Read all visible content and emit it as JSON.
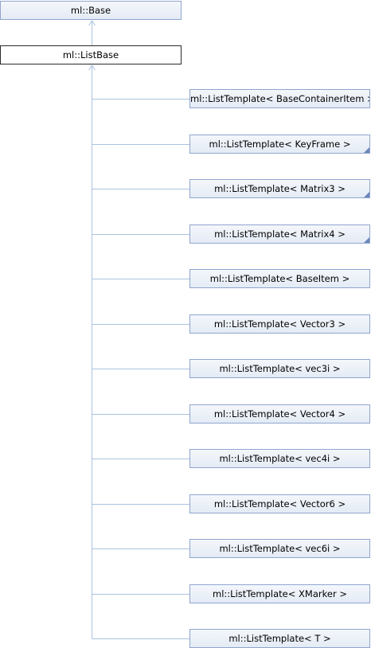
{
  "colors": {
    "edge": "#a9c3df",
    "node_border": "#8fa5cf",
    "current_border": "#2b2b2b",
    "corner_marker": "#6b86b8"
  },
  "base_class": {
    "label": "ml::Base"
  },
  "current_class": {
    "label": "ml::ListBase"
  },
  "derived_classes": [
    {
      "label": "ml::ListTemplate< BaseContainerItem >",
      "has_more": false
    },
    {
      "label": "ml::ListTemplate< KeyFrame >",
      "has_more": true
    },
    {
      "label": "ml::ListTemplate< Matrix3 >",
      "has_more": true
    },
    {
      "label": "ml::ListTemplate< Matrix4 >",
      "has_more": true
    },
    {
      "label": "ml::ListTemplate< BaseItem >",
      "has_more": false
    },
    {
      "label": "ml::ListTemplate< Vector3 >",
      "has_more": false
    },
    {
      "label": "ml::ListTemplate< vec3i >",
      "has_more": false
    },
    {
      "label": "ml::ListTemplate< Vector4 >",
      "has_more": false
    },
    {
      "label": "ml::ListTemplate< vec4i >",
      "has_more": false
    },
    {
      "label": "ml::ListTemplate< Vector6 >",
      "has_more": false
    },
    {
      "label": "ml::ListTemplate< vec6i >",
      "has_more": false
    },
    {
      "label": "ml::ListTemplate< XMarker >",
      "has_more": false
    },
    {
      "label": "ml::ListTemplate< T >",
      "has_more": false
    }
  ]
}
